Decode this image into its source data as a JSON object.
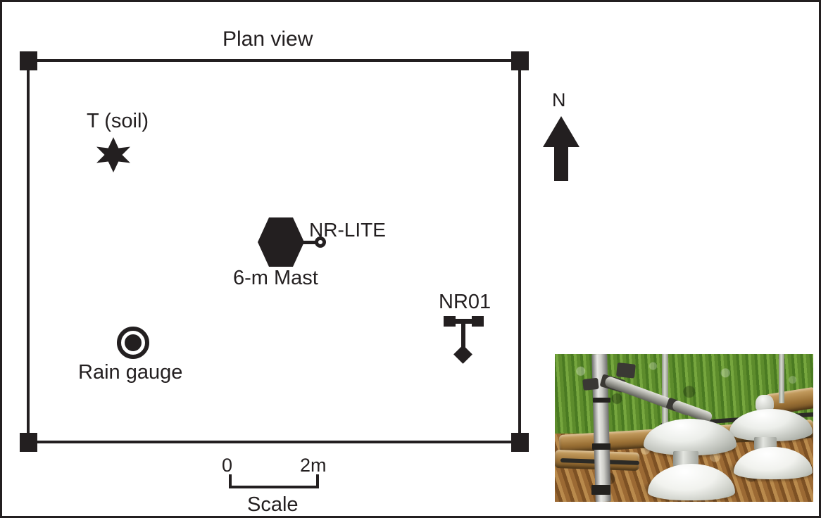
{
  "figure": {
    "title": "Plan view",
    "background_color": "#ffffff",
    "ink_color": "#231f20",
    "border_color": "#231f20"
  },
  "plan_view": {
    "title": "Plan view",
    "corner_markers": [
      {
        "name": "top-left",
        "shape": "filled-square"
      },
      {
        "name": "top-right",
        "shape": "filled-square"
      },
      {
        "name": "bottom-left",
        "shape": "filled-square"
      },
      {
        "name": "bottom-right",
        "shape": "filled-square"
      }
    ],
    "instruments": [
      {
        "id": "t-soil",
        "label": "T (soil)",
        "symbol": "six-pointed-star",
        "label_position": "above"
      },
      {
        "id": "mast",
        "label": "6-m Mast",
        "symbol": "filled-hexagon",
        "label_position": "below"
      },
      {
        "id": "nr-lite",
        "label": "NR-LITE",
        "symbol": "open-circle-on-arm",
        "label_position": "above-right"
      },
      {
        "id": "rain-gauge",
        "label": "Rain gauge",
        "symbol": "concentric-circle",
        "label_position": "below"
      },
      {
        "id": "nr01",
        "label": "NR01",
        "symbol": "t-bar-with-diamond",
        "label_position": "above"
      }
    ]
  },
  "compass": {
    "label": "N",
    "direction": "up",
    "icon": "north-arrow-icon"
  },
  "scale_bar": {
    "caption": "Scale",
    "start_label": "0",
    "end_label": "2m",
    "length_meters": 2,
    "tick_style": "upward-end-ticks"
  },
  "photo": {
    "alt": "Two white conical net radiometers mounted on a horizontal arm extending from a vertical mast over bark-mulch ground with grass behind",
    "subjects": [
      "radiometer-dome-front",
      "radiometer-dome-rear",
      "support-mast",
      "horizontal-boom-arm",
      "timber-edging",
      "bark-mulch",
      "grass"
    ],
    "colors": {
      "grass": "#5d8c2c",
      "mulch": "#9c6a34",
      "dome": "#eceeea",
      "mast": "#cdcdc8",
      "timber": "#9a7035"
    }
  }
}
